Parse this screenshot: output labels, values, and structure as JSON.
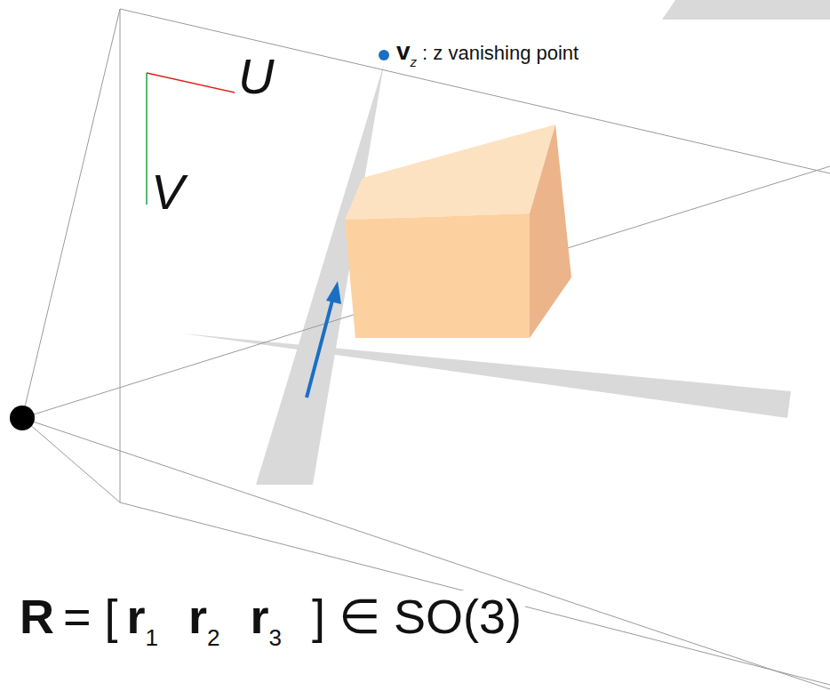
{
  "diagram": {
    "labels": [
      "U",
      "V",
      "v",
      "z",
      ": z vanishing point",
      "R",
      "= [",
      "r",
      "1",
      "r",
      "2",
      "r",
      "3",
      "] ∈ SO(3)"
    ]
  }
}
